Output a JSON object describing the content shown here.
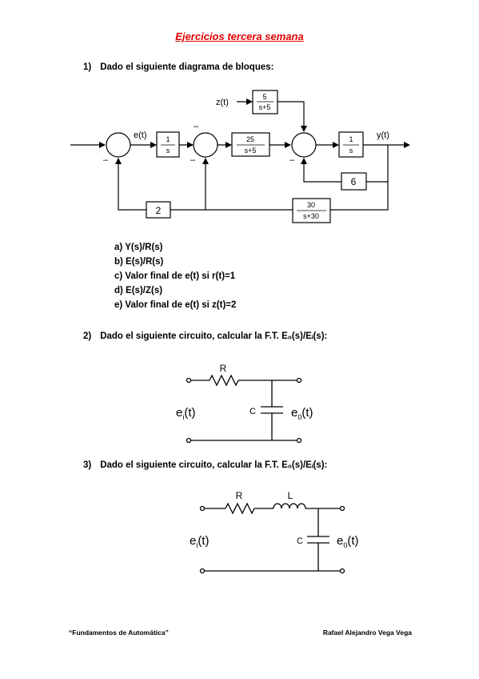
{
  "title": "Ejercicios tercera semana",
  "q1": {
    "number": "1)",
    "text": "Dado el siguiente diagrama de bloques:"
  },
  "diagram": {
    "z_label": "z(t)",
    "e_label": "e(t)",
    "y_label": "y(t)",
    "block_5": {
      "num": "5",
      "den": "s+5"
    },
    "block_1s_a": {
      "num": "1",
      "den": "s"
    },
    "block_25": {
      "num": "25",
      "den": "s+5"
    },
    "block_1s_b": {
      "num": "1",
      "den": "s"
    },
    "block_6": "6",
    "block_2": "2",
    "block_30": {
      "num": "30",
      "den": "s+30"
    },
    "minus": "–"
  },
  "items": [
    "a) Y(s)/R(s)",
    "b) E(s)/R(s)",
    "c) Valor final de e(t) si r(t)=1",
    "d)  E(s)/Z(s)",
    "e) Valor final de e(t) si z(t)=2"
  ],
  "q2": {
    "number": "2)",
    "text": "Dado el siguiente circuito, calcular la F.T. E₀(s)/Eᵢ(s):"
  },
  "circuit1": {
    "r": "R",
    "c": "C",
    "ei": "e",
    "ei_sub": "i",
    "eo": "e",
    "eo_sub": "0",
    "t": "(t)"
  },
  "q3": {
    "number": "3)",
    "text": "Dado el siguiente circuito, calcular la F.T. E₀(s)/Eᵢ(s):"
  },
  "circuit2": {
    "r": "R",
    "l": "L",
    "c": "C",
    "ei": "e",
    "ei_sub": "i",
    "eo": "e",
    "eo_sub": "0",
    "t": "(t)"
  },
  "footer": {
    "left": "“Fundamentos de Automática”",
    "right": "Rafael Alejandro Vega Vega"
  }
}
